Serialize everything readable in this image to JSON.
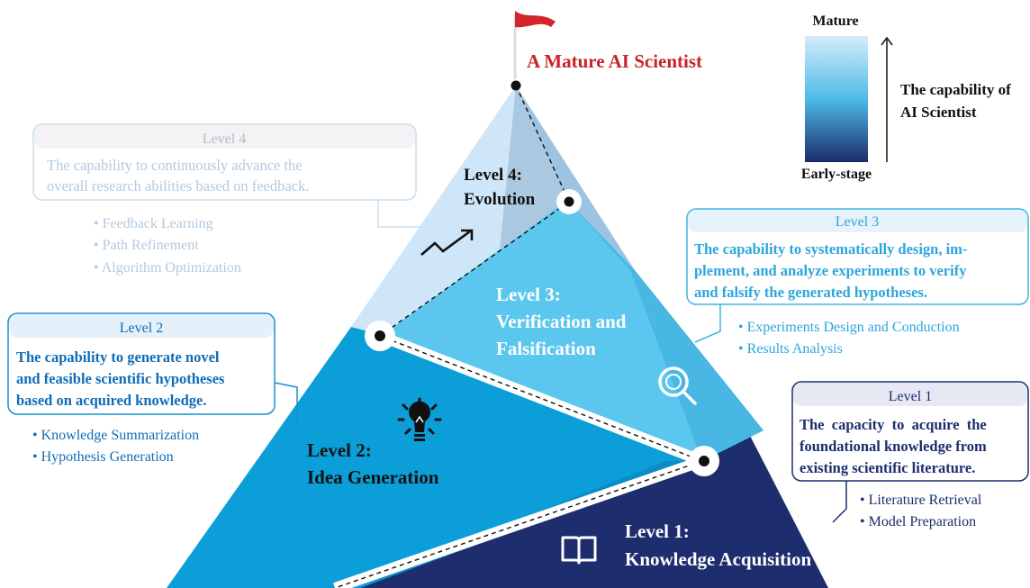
{
  "peak": {
    "label": "A Mature AI Scientist"
  },
  "scale": {
    "top_label": "Mature",
    "bottom_label": "Early-stage",
    "axis_label_line1": "The capability of",
    "axis_label_line2": "AI Scientist"
  },
  "levels": {
    "level4": {
      "name_line1": "Level 4:",
      "name_line2": "Evolution",
      "box_title": "Level 4",
      "desc_lines": [
        "The capability to continuously advance the",
        "overall research abilities based on feedback."
      ],
      "bullets": [
        "• Feedback Learning",
        "• Path Refinement",
        "• Algorithm Optimization"
      ],
      "color": "#cfe6f8"
    },
    "level3": {
      "name_line1": "Level 3:",
      "name_line2": "Verification and",
      "name_line3": "Falsification",
      "box_title": "Level 3",
      "desc_lines": [
        "The capability to systematically design, im-",
        "plement, and analyze experiments to verify",
        "and falsify the generated  hypotheses."
      ],
      "bullets": [
        "• Experiments Design and Conduction",
        "• Results Analysis"
      ],
      "color": "#5bc7ee"
    },
    "level2": {
      "name_line1": "Level 2:",
      "name_line2": "Idea Generation",
      "box_title": "Level 2",
      "desc_lines": [
        "The capability to generate novel",
        "and feasible scientific hypotheses",
        "based on acquired knowledge."
      ],
      "bullets": [
        "• Knowledge Summarization",
        "• Hypothesis Generation"
      ],
      "color": "#0b9ed8"
    },
    "level1": {
      "name_line1": "Level 1:",
      "name_line2": "Knowledge Acquisition",
      "box_title": "Level 1",
      "desc_lines": [
        "The  capacity  to  acquire  the",
        "foundational knowledge from",
        "existing scientific literature."
      ],
      "bullets": [
        "• Literature Retrieval",
        "• Model Preparation"
      ],
      "color": "#1d2d6e"
    }
  },
  "icons": [
    "flag-icon",
    "trend-arrow-icon",
    "magnifier-icon",
    "lightbulb-icon",
    "book-icon"
  ]
}
